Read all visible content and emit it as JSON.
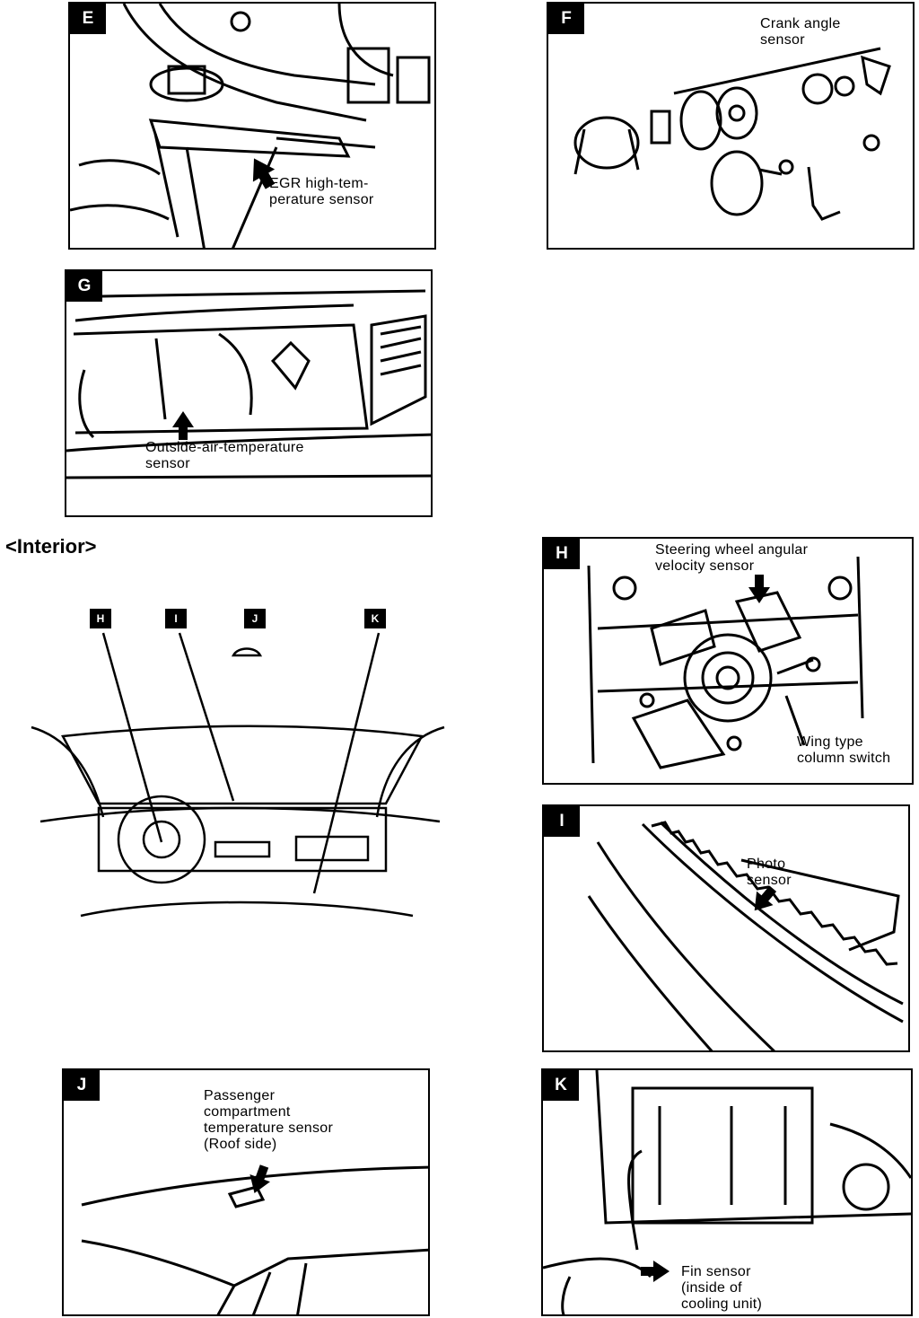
{
  "panels": {
    "E": {
      "tag": "E",
      "label": "EGR high-tem-\nperature sensor"
    },
    "F": {
      "tag": "F",
      "label": "Crank angle\nsensor"
    },
    "G": {
      "tag": "G",
      "label": "Outside-air-temperature\nsensor"
    },
    "H": {
      "tag": "H",
      "label": "Steering wheel angular\nvelocity sensor",
      "label2": "Wing type\ncolumn switch"
    },
    "I": {
      "tag": "I",
      "label": "Photo\nsensor"
    },
    "J": {
      "tag": "J",
      "label": "Passenger\ncompartment\ntemperature sensor\n(Roof side)"
    },
    "K": {
      "tag": "K",
      "label": "Fin sensor\n(inside of\ncooling unit)"
    }
  },
  "interior": {
    "title": "<Interior>",
    "markers": [
      "H",
      "I",
      "J",
      "K"
    ]
  }
}
